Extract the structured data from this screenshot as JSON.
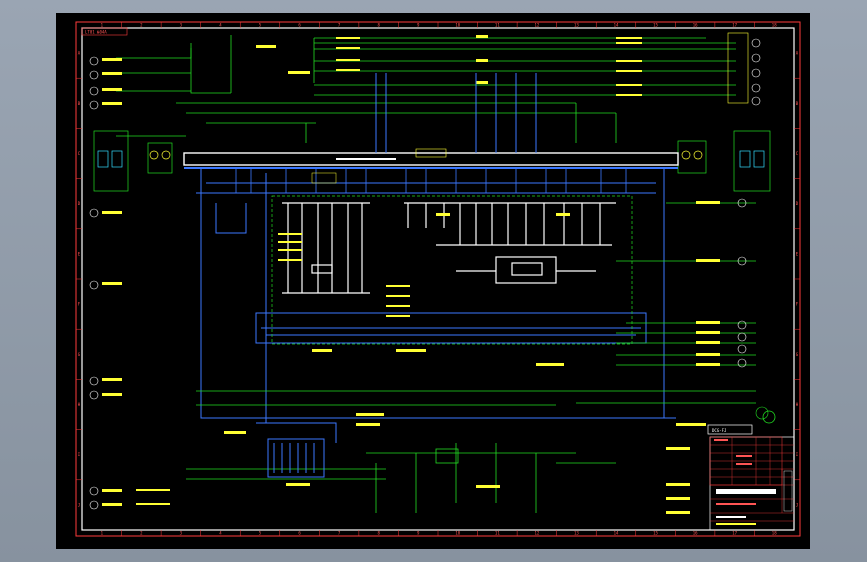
{
  "sheet": {
    "corner_tag": "LT01 №04A",
    "drawing_code": "DCG-FJ"
  },
  "columns": [
    "1",
    "2",
    "3",
    "4",
    "5",
    "6",
    "7",
    "8",
    "9",
    "10",
    "11",
    "12",
    "13",
    "14",
    "15",
    "16",
    "17",
    "18"
  ],
  "rows": [
    "A",
    "B",
    "C",
    "D",
    "E",
    "F",
    "G",
    "H",
    "I",
    "J"
  ],
  "colors": {
    "frame": "#ffffff",
    "border": "#ff3b3b",
    "pipe": "#3c78ff",
    "line": "#22dd22",
    "text": "#ffff33",
    "device": "#ffffff"
  }
}
